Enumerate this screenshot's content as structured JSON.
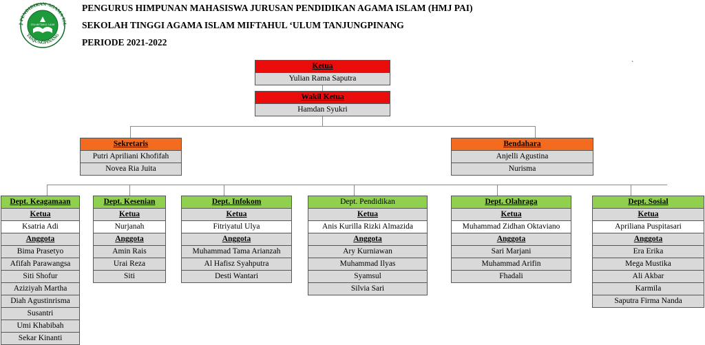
{
  "header": {
    "line1": "PENGURUS HIMPUNAN MAHASISWA JURUSAN PENDIDIKAN AGAMA ISLAM (HMJ PAI)",
    "line2": "SEKOLAH TINGGI AGAMA ISLAM MIFTAHUL ‘ULUM TANJUNGPINANG",
    "line3": "PERIODE 2021-2022"
  },
  "logo": {
    "ring_top": "HMJ PENDIDIKAN AGAMA ISLAM",
    "ring_bottom": "TANJUNGPINANG",
    "inner": "STAI MIFTAHUL 'ULUM",
    "colors": {
      "green": "#1f9a3a",
      "dark": "#0f6b27"
    }
  },
  "stray_mark": "`",
  "ketua": {
    "title": "Ketua",
    "name": "Yulian Rama Saputra"
  },
  "wakil": {
    "title": "Wakil Ketua",
    "name": "Hamdan Syukri"
  },
  "sekretaris": {
    "title": "Sekretaris",
    "names": [
      "Putri Apriliani Khofifah",
      "Novea Ria Juita"
    ]
  },
  "bendahara": {
    "title": "Bendahara",
    "names": [
      "Anjelli Agustina",
      "Nurisma"
    ]
  },
  "departments": [
    {
      "name": "Dept. Keagamaan",
      "ketua_label": "Ketua",
      "ketua": "Ksatria Adi",
      "anggota_label": "Anggota",
      "members": [
        "Bima Prasetyo",
        "Afifah Parawangsa",
        "Siti Shofur",
        "Aziziyah Martha",
        "Diah Agustinrisma",
        "Susantri",
        "Umi Khabibah",
        "Sekar Kinanti"
      ]
    },
    {
      "name": "Dept. Kesenian",
      "ketua_label": "Ketua",
      "ketua": "Nurjanah",
      "anggota_label": "Anggota",
      "members": [
        "Amin Rais",
        "Urai Reza",
        "Siti"
      ]
    },
    {
      "name": "Dept. Infokom",
      "ketua_label": "Ketua",
      "ketua": "Fitriyatul Ulya",
      "anggota_label": "Anggota",
      "members": [
        "Muhammad Tama Arianzah",
        "Al Hafisz Syahputra",
        "Desti Wantari"
      ]
    },
    {
      "name": "Dept. Pendidikan",
      "ketua_label": "Ketua",
      "ketua": "Anis Kurilla Rizki Almazida",
      "anggota_label": "Anggota",
      "members": [
        "Ary Kurniawan",
        "Muhammad Ilyas",
        "Syamsul",
        "Silvia Sari"
      ]
    },
    {
      "name": "Dept. Olahraga",
      "ketua_label": "Ketua",
      "ketua": "Muhammad Zidhan Oktaviano",
      "anggota_label": "Anggota",
      "members": [
        "Sari Marjani",
        "Muhammad Arifin",
        "Fhadali"
      ]
    },
    {
      "name": "Dept. Sosial",
      "ketua_label": "Ketua",
      "ketua": "Apriliana Puspitasari",
      "anggota_label": "Anggota",
      "members": [
        "Era Erika",
        "Mega Mustika",
        "Ali Akbar",
        "Karmila",
        "Saputra Firma Nanda"
      ]
    }
  ]
}
